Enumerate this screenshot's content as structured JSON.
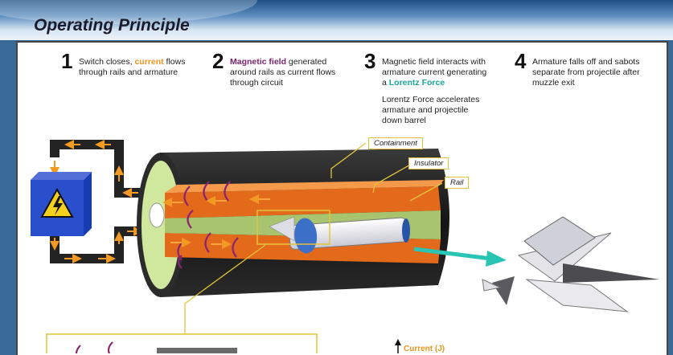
{
  "header": {
    "title": "Operating Principle"
  },
  "steps": [
    {
      "number": "1",
      "pre": "Switch closes, ",
      "highlight": "current",
      "post": " flows",
      "line2": "through rails and armature"
    },
    {
      "number": "2",
      "highlight": "Magnetic field",
      "post": " generated",
      "line2": "around rails as current flows",
      "line3": "through circuit"
    },
    {
      "number": "3",
      "line1": "Magnetic field interacts with",
      "line2": "armature current generating",
      "pre3": "a ",
      "highlight": "Lorentz Force",
      "extra1": "Lorentz Force accelerates",
      "extra2": "armature and projectile",
      "extra3": "down barrel"
    },
    {
      "number": "4",
      "line1": "Armature falls off and sabots",
      "line2": "separate from projectile after",
      "line3": "muzzle exit"
    }
  ],
  "callouts": {
    "containment": "Containment",
    "insulator": "Insulator",
    "rail": "Rail"
  },
  "legend": {
    "current": "Current (J)"
  },
  "colors": {
    "current": "#e8961e",
    "magnetic": "#7a2470",
    "lorentz": "#17a89a",
    "rail": "#e06a1a",
    "insulator": "#cfe8a0",
    "containment": "#1e1e1e"
  },
  "icons": {
    "power": "high-voltage-icon"
  }
}
